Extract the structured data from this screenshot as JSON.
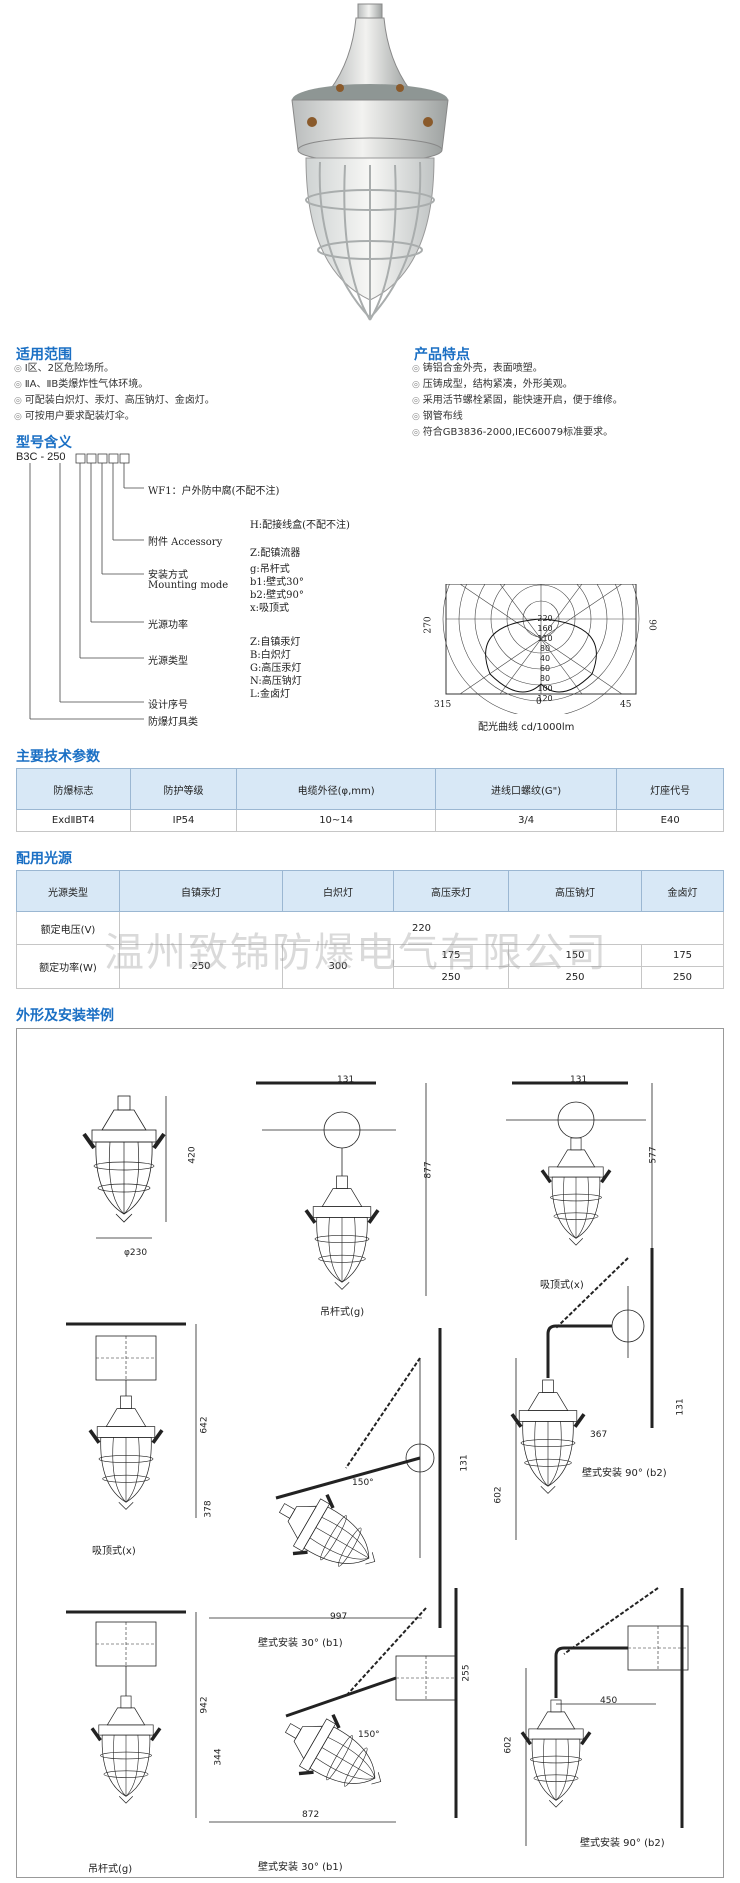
{
  "scope": {
    "title": "适用范围",
    "items": [
      "Ⅰ区、2区危险场所。",
      "ⅡA、ⅡB类爆炸性气体环境。",
      "可配装白炽灯、汞灯、高压钠灯、金卤灯。",
      "可按用户要求配装灯伞。"
    ]
  },
  "features": {
    "title": "产品特点",
    "items": [
      "铸铝合金外壳，表面喷塑。",
      "压铸成型，结构紧凑，外形美观。",
      "采用活节螺栓紧固，能快速开启，便于维修。",
      "钢管布线",
      "符合GB3836-2000,IEC60079标准要求。"
    ]
  },
  "model": {
    "title": "型号含义",
    "code": "B3C - 250",
    "wf1": "WF1：户外防中腐(不配不注)",
    "accessory": "附件 Accessory",
    "acc_h": "H:配接线盒(不配不注)",
    "acc_z": "Z:配镇流器",
    "mounting_cn": "安装方式",
    "mounting_en": "Mounting mode",
    "mount_g": "g:吊杆式",
    "mount_b1": "b1:壁式30°",
    "mount_b2": "b2:壁式90°",
    "mount_x": "x:吸顶式",
    "power": "光源功率",
    "lamp_type": "光源类型",
    "lt_z": "Z:自镇汞灯",
    "lt_b": "B:白炽灯",
    "lt_g": "G:高压汞灯",
    "lt_n": "N:高压钠灯",
    "lt_l": "L:金卤灯",
    "design": "设计序号",
    "product": "防爆灯具类"
  },
  "polar": {
    "caption": "配光曲线 cd/1000lm",
    "left_label": "270",
    "right_label": "90",
    "bl_label": "315",
    "br_label": "45",
    "bottom_label": "0",
    "rings": [
      "220",
      "160",
      "110",
      "80",
      "40",
      "60",
      "80",
      "100",
      "120"
    ]
  },
  "tech": {
    "title": "主要技术参数",
    "headers": [
      "防爆标志",
      "防护等级",
      "电缆外径(φ,mm)",
      "进线口螺纹(G\")",
      "灯座代号"
    ],
    "row": [
      "ExdⅡBT4",
      "IP54",
      "10~14",
      "3/4",
      "E40"
    ]
  },
  "light": {
    "title": "配用光源",
    "headers": [
      "光源类型",
      "自镇汞灯",
      "白炽灯",
      "高压汞灯",
      "高压钠灯",
      "金卤灯"
    ],
    "voltage_label": "额定电压(V)",
    "voltage": "220",
    "power_label": "额定功率(W)",
    "p_zizhen": "250",
    "p_baichi": "300",
    "p_gaoya1": "175",
    "p_gaoya2": "250",
    "p_na1": "150",
    "p_na2": "250",
    "p_jin1": "175",
    "p_jin2": "250"
  },
  "watermark": "温州致锦防爆电气有限公司",
  "install": {
    "title": "外形及安装举例",
    "d1_w": "φ230",
    "d1_h": "420",
    "d2_cap": "吊杆式(g)",
    "d2_w": "131",
    "d2_h": "877",
    "d3_cap": "吸顶式(x)",
    "d3_w": "131",
    "d3_h": "577",
    "d4_cap": "吸顶式(x)",
    "d4_h": "642",
    "d5_cap": "壁式安装 30° (b1)",
    "d5_w": "997",
    "d5_h": "378",
    "d5_ang": "150°",
    "d5_s": "131",
    "d6_cap": "壁式安装 90° (b2)",
    "d6_w": "367",
    "d6_h": "602",
    "d6_s": "131",
    "d7_cap": "吊杆式(g)",
    "d7_h": "942",
    "d8_cap": "壁式安装 30° (b1)",
    "d8_w": "872",
    "d8_h": "344",
    "d8_s": "255",
    "d8_ang": "150°",
    "d9_cap": "壁式安装 90° (b2)",
    "d9_w": "450",
    "d9_h": "602"
  }
}
